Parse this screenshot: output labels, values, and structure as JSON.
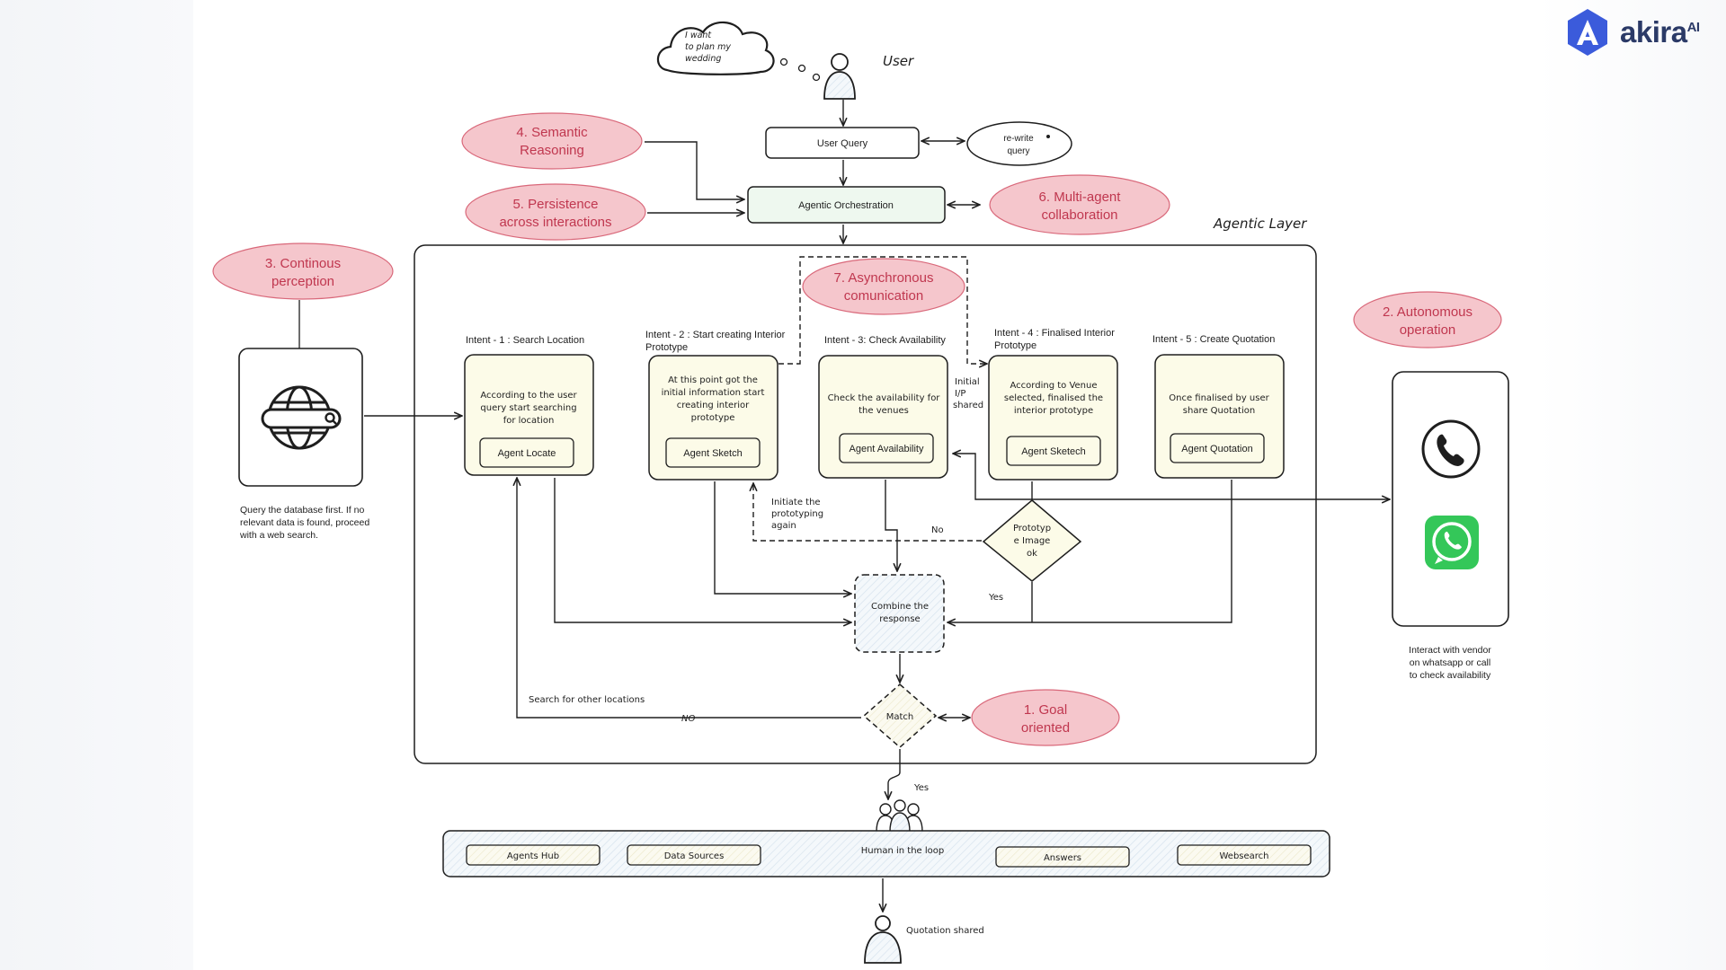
{
  "brand": {
    "name": "akira",
    "sup": "AI",
    "accent": "#3b5bdb"
  },
  "colors": {
    "badge_fill": "#f5c6cc",
    "badge_stroke": "#d9687a",
    "badge_text": "#c0374f",
    "stroke": "#1e1e1e",
    "card_fill": "#fcfbe8",
    "orch_fill": "#eef8ef",
    "combine_fill": "#eef4fb"
  },
  "user": {
    "label": "User",
    "thought": [
      "I want",
      "to plan my",
      "wedding"
    ]
  },
  "nodes": {
    "user_query": "User Query",
    "rewrite": [
      "re-write",
      "query"
    ],
    "orchestration": "Agentic Orchestration",
    "agentic_layer": "Agentic Layer",
    "combine": [
      "Combine the",
      "response"
    ],
    "match": "Match",
    "prototype_ok": [
      "Prototyp",
      "e Image",
      "ok"
    ]
  },
  "badges": {
    "semantic": [
      "4. Semantic",
      "Reasoning"
    ],
    "persistence": [
      "5. Persistence",
      "across interactions"
    ],
    "multiagent": [
      "6. Multi-agent",
      "collaboration"
    ],
    "perception": [
      "3. Continous",
      "perception"
    ],
    "async": [
      "7. Asynchronous",
      "comunication"
    ],
    "autonomous": [
      "2. Autonomous",
      "operation"
    ],
    "goal": [
      "1. Goal",
      "oriented"
    ]
  },
  "intents": [
    {
      "title": [
        "Intent - 1 : Search Location"
      ],
      "desc": [
        "According to the user",
        "query start searching",
        "for location"
      ],
      "agent": "Agent Locate"
    },
    {
      "title": [
        "Intent - 2 : Start creating Interior",
        "Prototype"
      ],
      "desc": [
        "At this point got the",
        "initial information start",
        "creating interior",
        "prototype"
      ],
      "agent": "Agent Sketch"
    },
    {
      "title": [
        "Intent - 3: Check Availability"
      ],
      "desc": [
        "Check the availability for",
        "the venues"
      ],
      "agent": "Agent Availability"
    },
    {
      "title": [
        "Intent - 4 : Finalised Interior",
        "Prototype"
      ],
      "desc": [
        "According to Venue",
        "selected, finalised the",
        "interior prototype"
      ],
      "agent": "Agent Sketech"
    },
    {
      "title": [
        "Intent - 5 : Create Quotation"
      ],
      "desc": [
        "Once finalised by user",
        "share Quotation"
      ],
      "agent": "Agent Quotation"
    }
  ],
  "labels": {
    "initial_ip": [
      "Initial",
      "I/P",
      "shared"
    ],
    "reinitiate": [
      "Initiate the",
      "prototyping",
      "again"
    ],
    "no": "No",
    "yes": "Yes",
    "search_other": "Search for other locations",
    "no_caps": "NO",
    "yes_bottom": "Yes",
    "human_loop": "Human in the loop",
    "quotation_shared": "Quotation shared"
  },
  "web_caption": [
    "Query the database first. If no",
    "relevant data is found, proceed",
    "with a web search."
  ],
  "phone_caption": [
    "Interact with vendor",
    "on whatsapp or call",
    "to check availability"
  ],
  "hub": [
    "Agents Hub",
    "Data Sources",
    "Answers",
    "Websearch"
  ]
}
